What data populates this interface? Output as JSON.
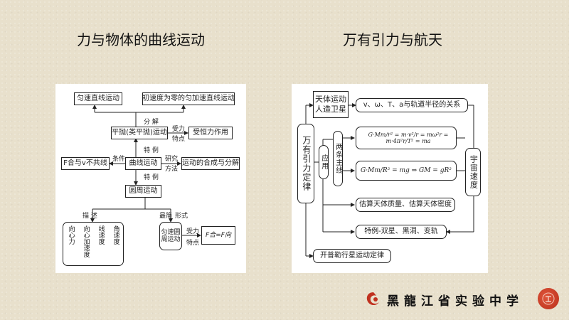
{
  "titles": {
    "left": "力与物体的曲线运动",
    "right": "万有引力与航天"
  },
  "left_diagram": {
    "box_uniform_line": "匀速直线运动",
    "box_init_zero": "初速度为零的匀加速直线运动",
    "label_decompose": "分 解",
    "box_projectile": "平抛(类平抛)运动",
    "label_force_feature_1": "受力",
    "label_force_feature_2": "特点",
    "box_constant_force": "受恒力作用",
    "label_special_1": "特 例",
    "label_condition": "条件",
    "box_f_v_not_colinear": "F合与v不共线",
    "box_curve": "曲线运动",
    "label_method_1": "研究",
    "label_method_2": "方法",
    "box_compose": "运动的合成与分解",
    "label_special_2": "特 例",
    "box_circular": "圆周运动",
    "label_describe": "描 述",
    "label_simplest": "最简",
    "label_form": "形式",
    "box_describe_col1": "向心力",
    "box_describe_col2": "向心加速度",
    "box_describe_col3": "线速度",
    "box_describe_col4": "角速度",
    "box_uniform_circular": "匀速圆周运动",
    "label_force_feature_3": "受力",
    "label_force_feature_4": "特点",
    "box_f_eq": "F合=F向"
  },
  "right_diagram": {
    "box_celestial": "天体运动\n人造卫星",
    "box_relation": "v、ω、T、a与轨道半径的关系",
    "vert_gravitation_law": "万有引力定律",
    "vert_application": "应用",
    "vert_two_lines": "两条主线",
    "formula_1": "G·Mm/r² = m·v²/r = mω²r = m·4π²r/T² = ma",
    "formula_2": "G·Mm/R² = mg ⇒ GM = gR²",
    "box_estimate": "估算天体质量、估算天体密度",
    "box_special": "特例-双星、黑洞、变轨",
    "box_kepler": "开普勒行星运动定律",
    "vert_cosmic_speed": "宇宙速度"
  },
  "logo": {
    "text": "黑龍江省实验中学",
    "accent": "#c0311f"
  },
  "colors": {
    "background": "#e8e0cc",
    "panel": "#ffffff",
    "line": "#222222"
  }
}
